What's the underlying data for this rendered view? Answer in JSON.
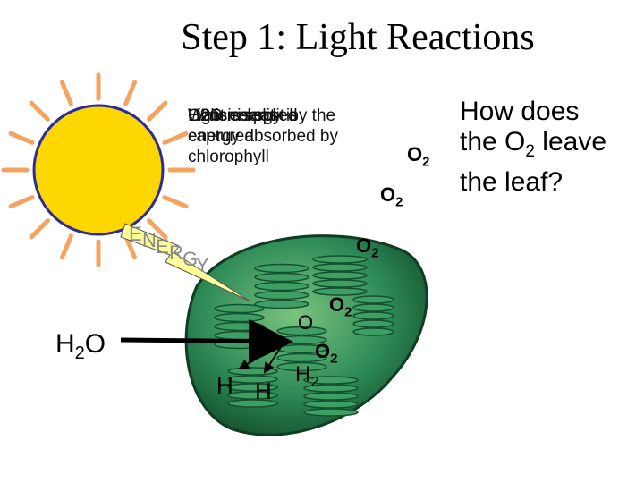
{
  "title": "Step 1:  Light Reactions",
  "overlapping_text": [
    "Water is split by the energy absorbed by chlorophyll",
    "O2 is released",
    "Light energy is captured",
    "H2O is split"
  ],
  "question": {
    "line1": "How does",
    "line2_pre": "the O",
    "line2_sub": "2",
    "line2_post": " leave",
    "line3": "the leaf?"
  },
  "molecules": {
    "o2_main": "O",
    "o2_sub": "2",
    "h2o_main": "H",
    "h2o_sub": "2",
    "h2o_end": "O",
    "h_left": "H",
    "h_right": "H",
    "o_single": "O",
    "h2_main": "H",
    "h2_sub": "2"
  },
  "energy_label": "ENERGY",
  "colors": {
    "sun_fill": "#FFD700",
    "sun_outline": "#2B2B9A",
    "sun_rays": "#F4A460",
    "bolt": "#FFFF99",
    "bolt_text": "#8B8B8B",
    "chloroplast": "#2E8B57",
    "chloroplast_dark": "#14502E",
    "arrow": "#000000"
  }
}
